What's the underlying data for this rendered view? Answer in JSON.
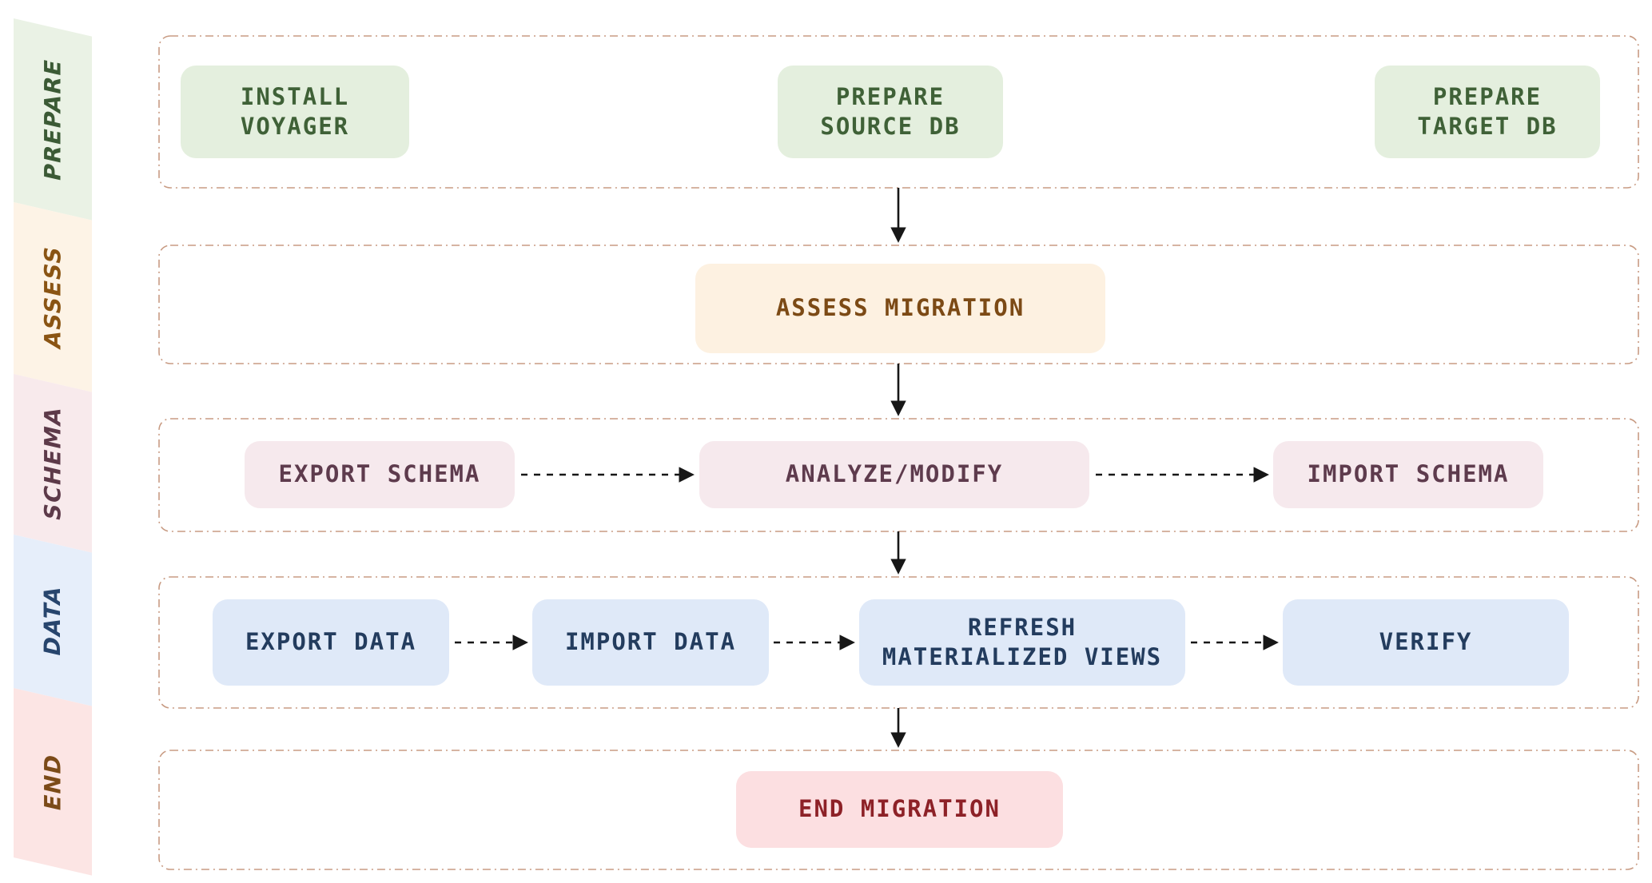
{
  "diagram": {
    "title_hint": "database migration workflow flowchart",
    "stages": [
      {
        "id": "prepare",
        "label": "PREPARE",
        "band_bg": "#eaf2e5",
        "band_fg": "#3b5a35"
      },
      {
        "id": "assess",
        "label": "ASSESS",
        "band_bg": "#fdf3e6",
        "band_fg": "#8a5413"
      },
      {
        "id": "schema",
        "label": "SCHEMA",
        "band_bg": "#f8eaec",
        "band_fg": "#5d3a49"
      },
      {
        "id": "data",
        "label": "DATA",
        "band_bg": "#e6eefa",
        "band_fg": "#27456d"
      },
      {
        "id": "end",
        "label": "END",
        "band_bg": "#fce5e4",
        "band_fg": "#7b4a18"
      }
    ],
    "nodes": {
      "install_voyager": {
        "label": "INSTALL\nVOYAGER",
        "stage": "prepare",
        "bg": "#e4efde",
        "fg": "#3f6137"
      },
      "prepare_source_db": {
        "label": "PREPARE\nSOURCE DB",
        "stage": "prepare",
        "bg": "#e4efde",
        "fg": "#3f6137"
      },
      "prepare_target_db": {
        "label": "PREPARE\nTARGET DB",
        "stage": "prepare",
        "bg": "#e4efde",
        "fg": "#3f6137"
      },
      "assess_migration": {
        "label": "ASSESS MIGRATION",
        "stage": "assess",
        "bg": "#fdf1e1",
        "fg": "#7c4a15"
      },
      "export_schema": {
        "label": "EXPORT SCHEMA",
        "stage": "schema",
        "bg": "#f6e9ed",
        "fg": "#5e3b4d"
      },
      "analyze_modify": {
        "label": "ANALYZE/MODIFY",
        "stage": "schema",
        "bg": "#f6e9ed",
        "fg": "#5e3b4d"
      },
      "import_schema": {
        "label": "IMPORT SCHEMA",
        "stage": "schema",
        "bg": "#f6e9ed",
        "fg": "#5e3b4d"
      },
      "export_data": {
        "label": "EXPORT DATA",
        "stage": "data",
        "bg": "#dfe9f8",
        "fg": "#233c5e"
      },
      "import_data": {
        "label": "IMPORT DATA",
        "stage": "data",
        "bg": "#dfe9f8",
        "fg": "#233c5e"
      },
      "refresh_mviews": {
        "label": "REFRESH\nMATERIALIZED VIEWS",
        "stage": "data",
        "bg": "#dfe9f8",
        "fg": "#233c5e"
      },
      "verify": {
        "label": "VERIFY",
        "stage": "data",
        "bg": "#dfe9f8",
        "fg": "#233c5e"
      },
      "end_migration": {
        "label": "END MIGRATION",
        "stage": "end",
        "bg": "#fcdfe1",
        "fg": "#8d2127"
      }
    },
    "edges": {
      "vertical_solid": [
        "prepare_source_db -> assess_migration",
        "assess_migration -> analyze_modify",
        "analyze_modify -> refresh_materialized_views",
        "refresh_materialized_views -> end_migration"
      ],
      "horizontal_dashed": [
        "export_schema -> analyze_modify",
        "analyze_modify -> import_schema",
        "export_data -> import_data",
        "import_data -> refresh_materialized_views",
        "refresh_materialized_views -> verify"
      ]
    },
    "colors": {
      "row_outline": "#c89b83",
      "arrow": "#171717",
      "background": "#ffffff"
    }
  }
}
